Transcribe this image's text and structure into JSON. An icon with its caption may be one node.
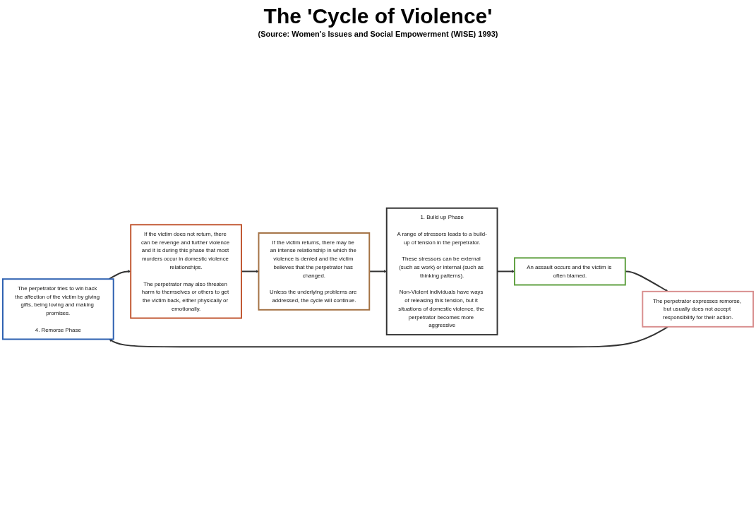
{
  "diagram": {
    "title": "The 'Cycle of Violence'",
    "caption": "(Source: Women's Issues and Social Empowerment (WISE) 1993)",
    "nodes": [
      {
        "text": [
          "The perpetrator tries to win back the affection of the victim by giving gifts, being loving and making promises.",
          "4. Remorse Phase"
        ]
      },
      {
        "text": [
          "The perpetrator expresses remorse, but usually does not accept responsibility for their action."
        ]
      },
      {
        "text": [
          "If the victim does not return, there can be revenge and further violence and it is during this phase that most murders occur in domestic violence relationships.",
          "The perpetrator may also threaten harm to themselves or others to get the victim back, either physically or emotionally."
        ]
      },
      {
        "text": [
          "An assault occurs and the victim is often blamed."
        ]
      },
      {
        "text": [
          "If the victim returns, there may be an intense relationship in which the violence is denied and the victim believes that the perpetrator has changed.",
          "Unless the underlying problems are addressed, the cycle will continue."
        ]
      },
      {
        "text": [
          "1. Build up Phase",
          "A range of stressors leads to a build-up of tension in the perpetrator.",
          "These stressors can be external (such as work) or internal (such as thinking patterns).",
          "Non-Violent individuals have ways of releasing this tension, but it situations of domestic violence, the perpetrator becomes more aggressive"
        ]
      }
    ],
    "edges": [
      {
        "from": 5,
        "to": 3,
        "arrow": "to"
      },
      {
        "from": 3,
        "to": 1,
        "arrow": "to"
      },
      {
        "from": 1,
        "to": 0,
        "arrow": "to"
      },
      {
        "from": 0,
        "to": 2,
        "arrow": "to"
      },
      {
        "from": 2,
        "to": 4,
        "arrow": "to"
      },
      {
        "from": 4,
        "to": 5,
        "arrow": "to"
      }
    ]
  }
}
